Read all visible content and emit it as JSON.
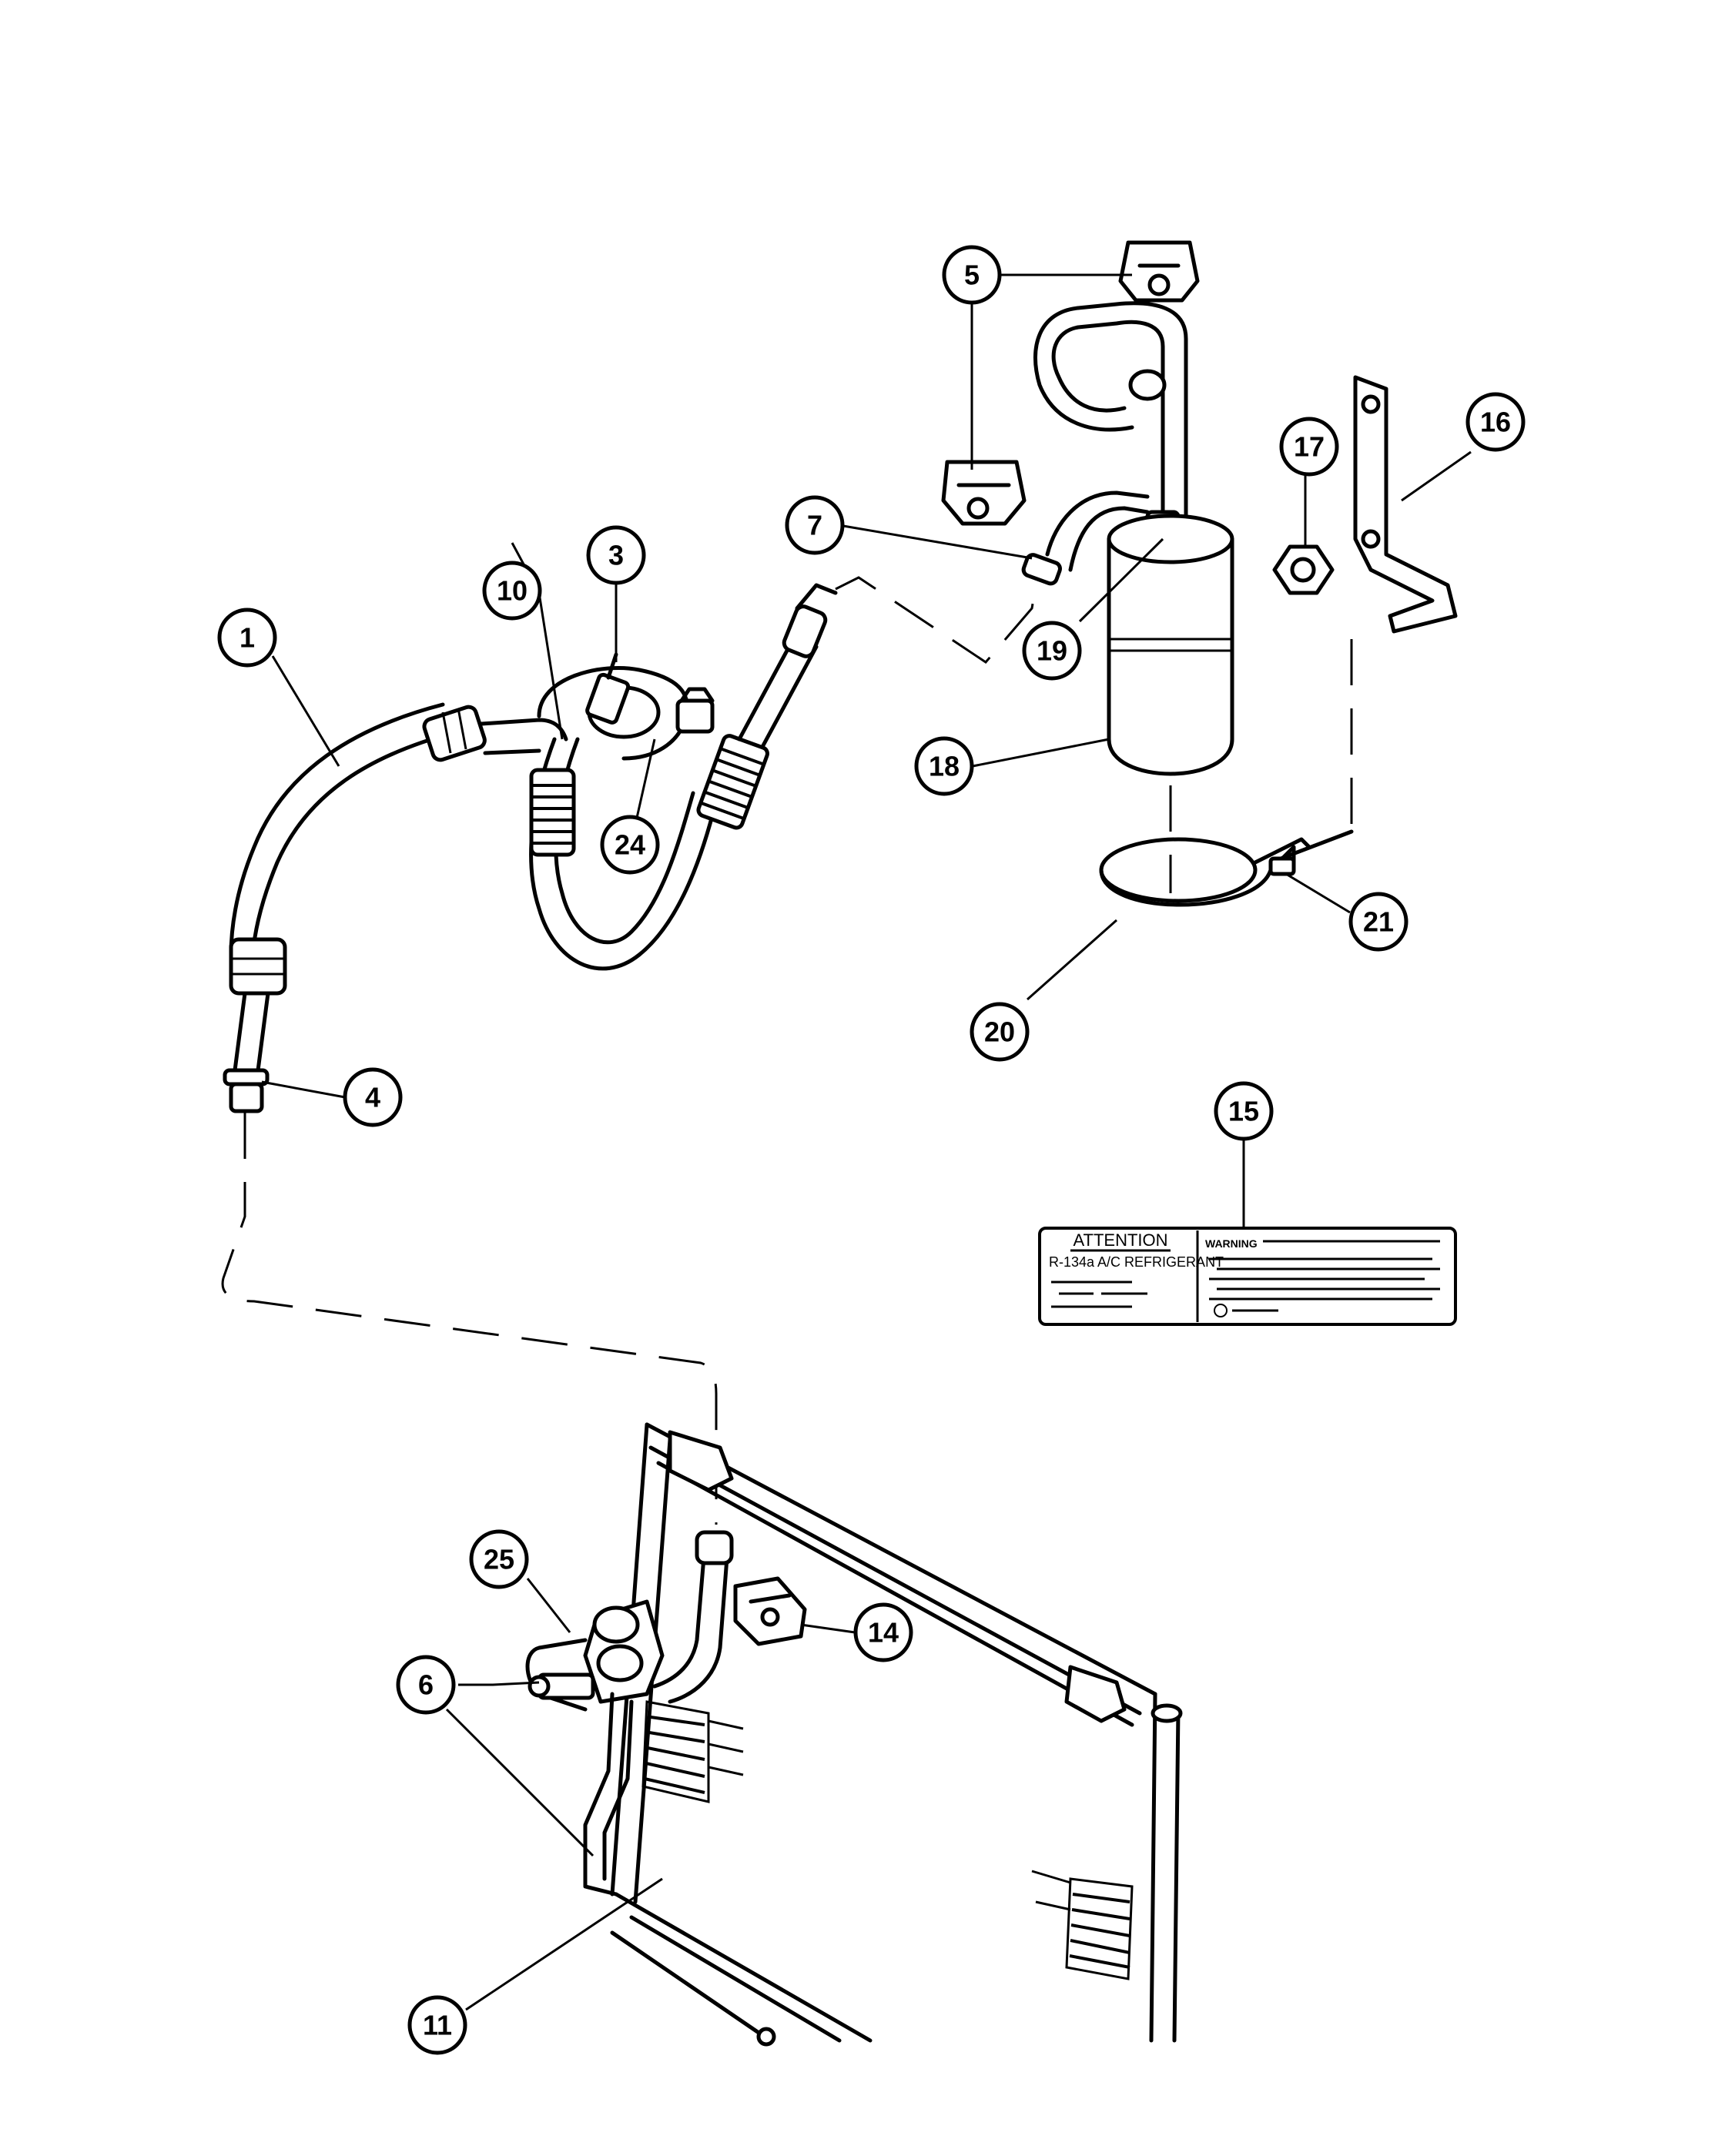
{
  "figure": {
    "callouts": [
      {
        "id": "1",
        "label": "1"
      },
      {
        "id": "3",
        "label": "3"
      },
      {
        "id": "4",
        "label": "4"
      },
      {
        "id": "5",
        "label": "5"
      },
      {
        "id": "6",
        "label": "6"
      },
      {
        "id": "7",
        "label": "7"
      },
      {
        "id": "10",
        "label": "10"
      },
      {
        "id": "11",
        "label": "11"
      },
      {
        "id": "14",
        "label": "14"
      },
      {
        "id": "15",
        "label": "15"
      },
      {
        "id": "16",
        "label": "16"
      },
      {
        "id": "17",
        "label": "17"
      },
      {
        "id": "18",
        "label": "18"
      },
      {
        "id": "19",
        "label": "19"
      },
      {
        "id": "20",
        "label": "20"
      },
      {
        "id": "21",
        "label": "21"
      },
      {
        "id": "24",
        "label": "24"
      },
      {
        "id": "25",
        "label": "25"
      }
    ],
    "warning_label": {
      "title": "ATTENTION",
      "refrigerant": "R-134a A/C REFRIGERANT",
      "warning": "WARNING"
    }
  }
}
